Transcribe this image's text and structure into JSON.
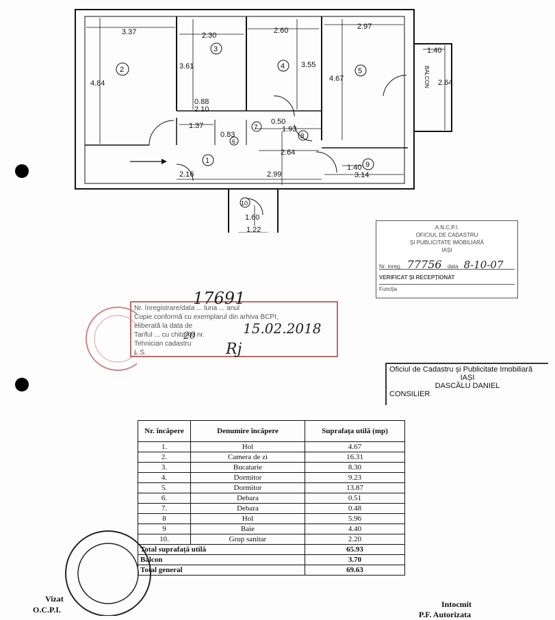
{
  "plan": {
    "dimensions": [
      "3.37",
      "2.30",
      "2.60",
      "2.97",
      "4.84",
      "3.61",
      "3.55",
      "4.67",
      "1.40",
      "2.64",
      "0.88",
      "2.10",
      "1.37",
      "0.83",
      "0.50",
      "1.93",
      "2.64",
      "1.40",
      "3.14",
      "2.16",
      "2.99",
      "1.60",
      "1.22"
    ],
    "room_numbers": [
      "1",
      "2",
      "3",
      "4",
      "5",
      "6",
      "7",
      "8",
      "9",
      "10"
    ],
    "balcony_label": "BALCON"
  },
  "stamp_ancpi": {
    "line1": "A.N.C.P.I.",
    "line2": "OFICIUL DE CADASTRU",
    "line3": "ȘI PUBLICITATE IMOBILIARĂ",
    "line4": "IAȘI",
    "nr_label": "Nr. inreg.",
    "nr_value": "77756",
    "data_label": "data",
    "data_value": "8-10-07",
    "verified": "VERIFICAT ȘI RECEPȚIONAT",
    "functia": "Funcția"
  },
  "stamp_bcpi": {
    "line1": "Nr. înregistrare/data ... luna ... anul",
    "line2": "Copie conformă cu exemplarul din arhiva BCPI,",
    "line3": "eliberată la data de",
    "line4": "Tariful ... cu chitanța nr.",
    "line5": "Tehnician cadastru",
    "line6": "L.S.",
    "hand_nr": "17691",
    "hand_date": "15.02.2018",
    "hand_tarif": "20",
    "hand_sig": "Rj"
  },
  "stamp_ocpi": {
    "line1": "Oficiul de Cadastru și Publicitate Imobiliară",
    "line2": "IAȘI",
    "line3": "DASCĂLU DANIEL",
    "line4": "CONSILIER"
  },
  "table": {
    "headers": [
      "Nr. încăpere",
      "Denumire încăpere",
      "Suprafața utilă (mp)"
    ],
    "rows": [
      [
        "1.",
        "Hol",
        "4.67"
      ],
      [
        "2.",
        "Camera de zi",
        "16.31"
      ],
      [
        "3.",
        "Bucatarie",
        "8.30"
      ],
      [
        "4.",
        "Dormitor",
        "9.23"
      ],
      [
        "5.",
        "Dormitor",
        "13.87"
      ],
      [
        "6.",
        "Debara",
        "0.51"
      ],
      [
        "7.",
        "Debara",
        "0.48"
      ],
      [
        "8",
        "Hol",
        "5.96"
      ],
      [
        "9",
        "Baie",
        "4.40"
      ],
      [
        "10.",
        "Grup sanitar",
        "2.20"
      ]
    ],
    "totals": [
      [
        "Total suprafață utilă",
        "65.93"
      ],
      [
        "Balcon",
        "3.70"
      ],
      [
        "Total general",
        "69.63"
      ]
    ]
  },
  "footer": {
    "left1": "Vizat",
    "left2": "O.C.P.I.",
    "right1": "Intocmit",
    "right2": "P.F. Autorizata"
  }
}
